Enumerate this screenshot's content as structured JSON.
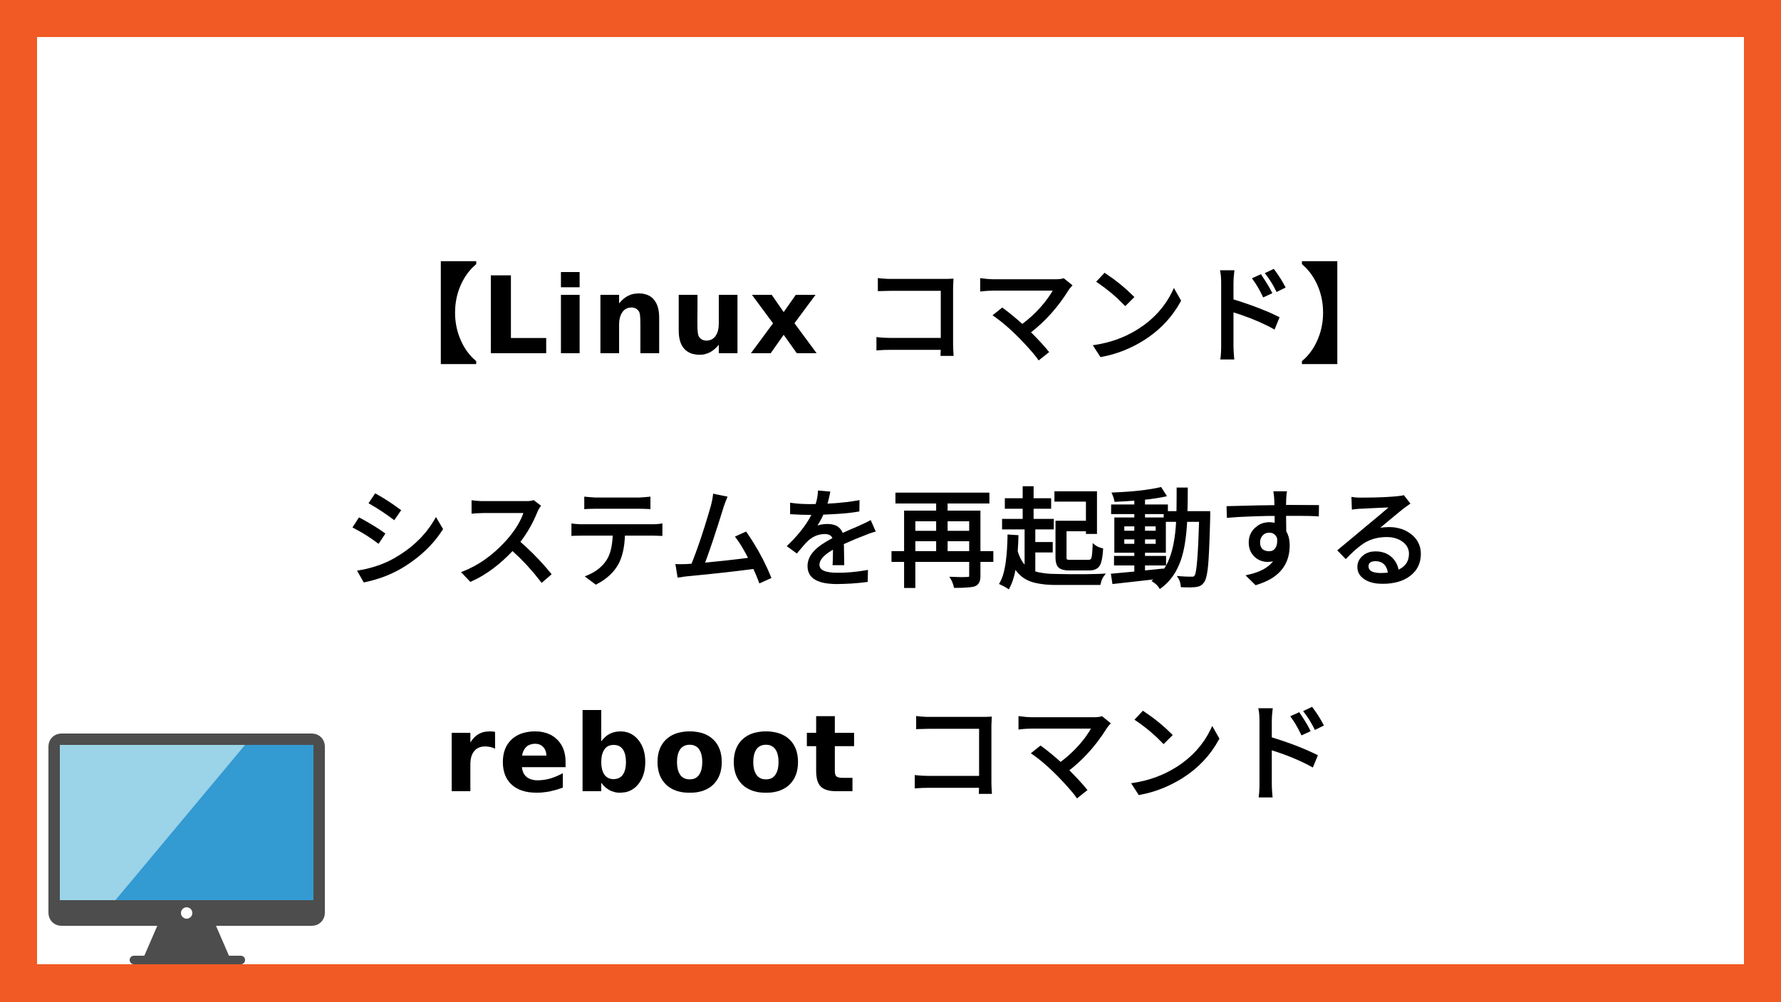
{
  "colors": {
    "border": "#f15a24",
    "background": "#ffffff",
    "text": "#000000",
    "monitor_frame": "#4d4d4d",
    "screen_light": "#9bd3e8",
    "screen_dark": "#339ad2"
  },
  "title": {
    "line1": "【Linux コマンド】",
    "line2": "システムを再起動する",
    "line3": "reboot コマンド"
  },
  "illustration": {
    "icon": "desktop-monitor-icon"
  }
}
